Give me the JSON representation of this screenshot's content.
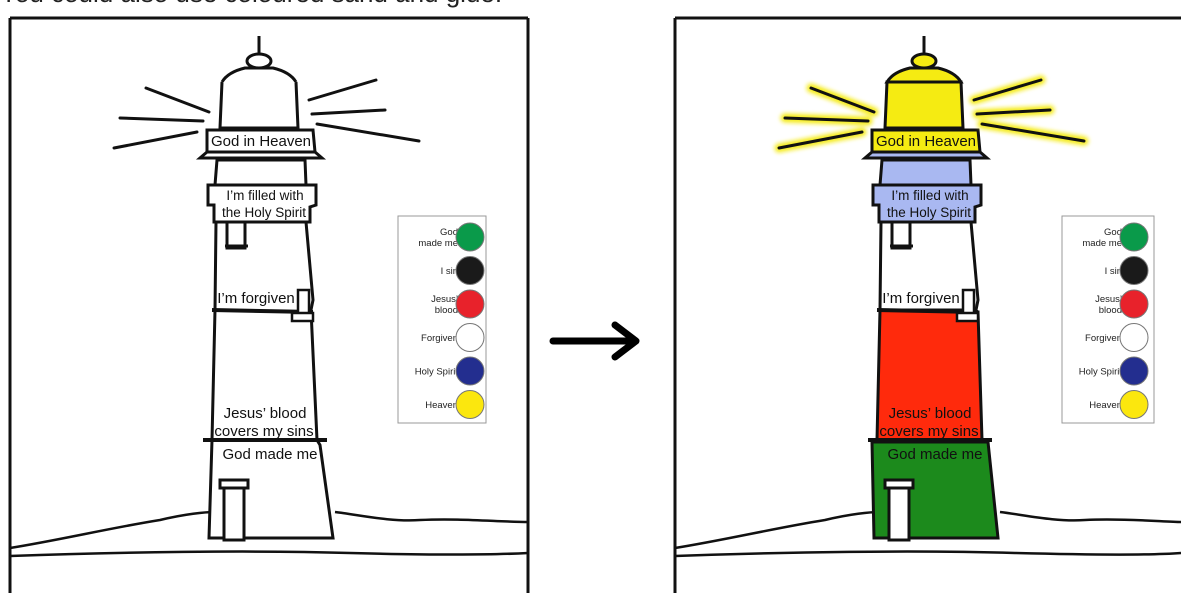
{
  "caption": "You could also use coloured sand and glue.",
  "labels": {
    "heaven": "God in Heaven",
    "spirit_line1": "I’m filled with",
    "spirit_line2": "the Holy Spirit",
    "forgiven": "I’m forgiven",
    "blood_line1": "Jesus’ blood",
    "blood_line2": "covers my sins",
    "made": "God made me"
  },
  "legend": [
    {
      "line1": "God",
      "line2": "made me",
      "color": "#0a9a4a"
    },
    {
      "line1": "I sin",
      "line2": "",
      "color": "#1a1a1a"
    },
    {
      "line1": "Jesus’",
      "line2": "blood",
      "color": "#e8222b"
    },
    {
      "line1": "Forgiven",
      "line2": "",
      "color": "#ffffff"
    },
    {
      "line1": "Holy Spirit",
      "line2": "",
      "color": "#232e8f"
    },
    {
      "line1": "Heaven",
      "line2": "",
      "color": "#fbe70e"
    }
  ],
  "colors": {
    "lantern": "#f5eb12",
    "spirit": "#a9b8f1",
    "blood": "#ff2a0c",
    "made": "#1c8a1c",
    "outline": "#111111"
  },
  "arrow": "right-arrow-icon"
}
